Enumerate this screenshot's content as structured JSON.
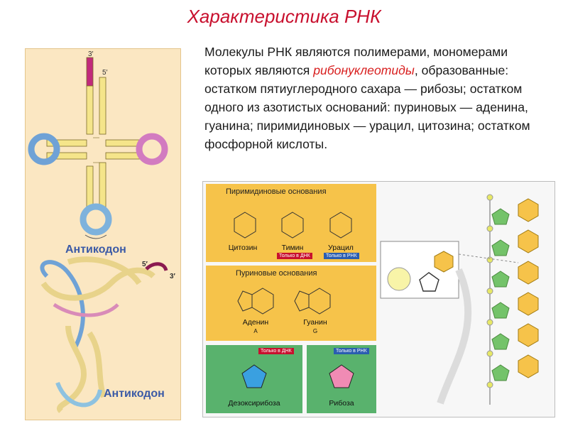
{
  "title": "Характеристика РНК",
  "paragraph": {
    "part1": "Молекулы РНК являются полимерами, мономерами которых являются ",
    "highlight": "рибонуклеотиды",
    "part2": ", образованные: остатком пятиуглеродного сахара — рибозы; остатком одного из азотистых оснований: пуриновых — аденина, гуанина; пиримидиновых — урацил, цитозина; остатком фосфорной кислоты."
  },
  "trna": {
    "label_3prime": "3′",
    "label_5prime": "5′",
    "anticodon_label_1": "Антикодон",
    "anticodon_label_2": "Антикодон",
    "label_5prime_3d": "5′",
    "label_3prime_3d": "3′"
  },
  "bases": {
    "pyrimidines_title": "Пиримидиновые основания",
    "purines_title": "Пуриновые основания",
    "cytosine": "Цитозин",
    "thymine": "Тимин",
    "uracil": "Урацил",
    "only_dna": "Только в ДНК",
    "only_rna": "Только в РНК",
    "adenine": "Аденин",
    "adenine_letter": "A",
    "guanine": "Гуанин",
    "guanine_letter": "G",
    "deoxyribose": "Дезоксирибоза",
    "ribose": "Рибоза",
    "only_dna_sugar": "Только в ДНК",
    "only_rna_sugar": "Только в РНК"
  },
  "colors": {
    "title": "#c8102e",
    "highlight": "#d81e1e",
    "base_box": "#f6c34a",
    "sugar_box": "#59b26d",
    "anticodon": "#3b5aa6"
  }
}
